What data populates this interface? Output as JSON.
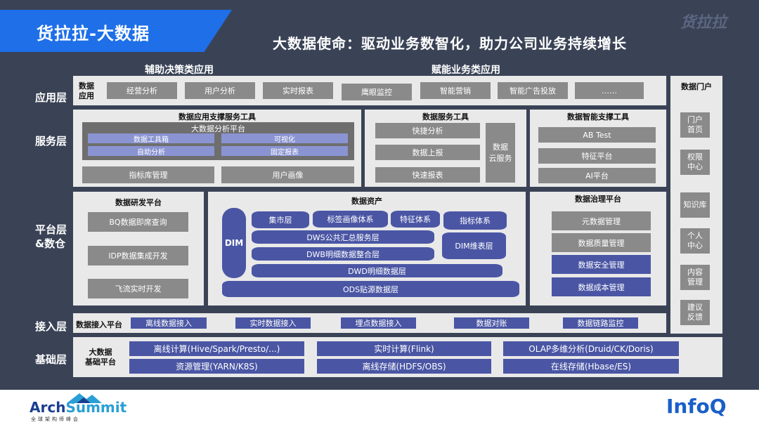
{
  "title": "货拉拉-大数据",
  "mission": "大数据使命：驱动业务数智化，助力公司业务持续增长",
  "watermark": "货拉拉",
  "colors": {
    "accent_blue": "#1e6fe8",
    "background": "#3a4356",
    "panel": "#e9e9e9",
    "grey_box": "#8a8a8a",
    "indigo_box": "#4a56a4",
    "light_indigo_box": "#8a94d2"
  },
  "layers": {
    "app": "应用层",
    "service": "服务层",
    "platform": "平台层\n&数仓",
    "ingest": "接入层",
    "base": "基础层"
  },
  "app_layer": {
    "head_left": "辅助决策类应用",
    "head_right": "赋能业务类应用",
    "label": "数据\n应用",
    "items": [
      "经营分析",
      "用户分析",
      "实时报表",
      "鹰眼监控",
      "智能营销",
      "智能广告投放",
      "……"
    ]
  },
  "service_layer": {
    "tools": {
      "title": "数据应用支撑服务工具",
      "platform": "大数据分析平台",
      "items": [
        "数据工具箱",
        "可视化",
        "自助分析",
        "固定报表"
      ],
      "bottom": [
        "指标库管理",
        "用户画像"
      ]
    },
    "data_service": {
      "title": "数据服务工具",
      "items": [
        "快捷分析",
        "数据上报",
        "快速报表"
      ],
      "cloud": "数据\n云服务"
    },
    "smart": {
      "title": "数据智能支撑工具",
      "items": [
        "AB Test",
        "特征平台",
        "AI平台"
      ]
    }
  },
  "platform_layer": {
    "rd": {
      "title": "数据研发平台",
      "items": [
        "BQ数据即席查询",
        "IDP数据集成开发",
        "飞流实时开发"
      ]
    },
    "assets": {
      "title": "数据资产",
      "dim": "DIM",
      "top": [
        "集市层",
        "标签画像体系",
        "特征体系",
        "指标体系"
      ],
      "dws": "DWS公共汇总服务层",
      "dwb": "DWB明细数据整合层",
      "dim_table": "DIM维表层",
      "dwd": "DWD明细数据层",
      "ods": "ODS贴源数据层"
    },
    "governance": {
      "title": "数据治理平台",
      "items": [
        "元数据管理",
        "数据质量管理",
        "数据安全管理",
        "数据成本管理"
      ]
    }
  },
  "ingest_layer": {
    "label": "数据接入平台",
    "items": [
      "离线数据接入",
      "实时数据接入",
      "埋点数据接入",
      "数据对账",
      "数据链路监控"
    ]
  },
  "base_layer": {
    "label": "大数据\n基础平台",
    "items": [
      "离线计算(Hive/Spark/Presto/...)",
      "实时计算(Flink)",
      "OLAP多维分析(Druid/CK/Doris)",
      "资源管理(YARN/K8S)",
      "离线存储(HDFS/OBS)",
      "在线存储(Hbase/ES)"
    ]
  },
  "portal": {
    "title": "数据门户",
    "items": [
      "门户\n首页",
      "权限\n中心",
      "知识库",
      "个人\n中心",
      "内容\n管理",
      "建议\n反馈"
    ]
  },
  "footer": {
    "arch_logo_a": "Arch",
    "arch_logo_b": "Summit",
    "arch_sub": "全球架构师峰会",
    "infoq": "InfoQ"
  }
}
